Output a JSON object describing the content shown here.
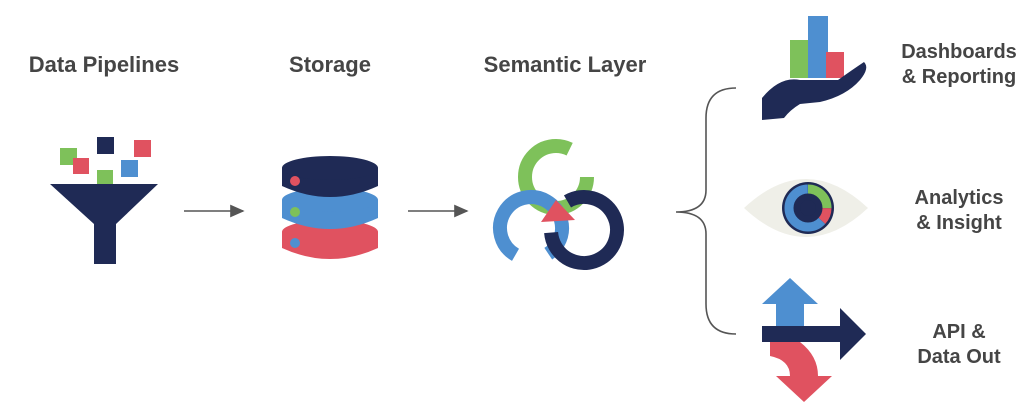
{
  "stages": {
    "pipelines": "Data Pipelines",
    "storage": "Storage",
    "semantic": "Semantic Layer"
  },
  "outputs": {
    "dashboards": {
      "line1": "Dashboards",
      "line2": "& Reporting"
    },
    "analytics": {
      "line1": "Analytics",
      "line2": "& Insight"
    },
    "api": {
      "line1": "API &",
      "line2": "Data Out"
    }
  },
  "colors": {
    "navy": "#1f2a55",
    "blue": "#4e8fd0",
    "green": "#7ec15a",
    "red": "#e05260",
    "text": "#454545",
    "arrow": "#555555"
  }
}
